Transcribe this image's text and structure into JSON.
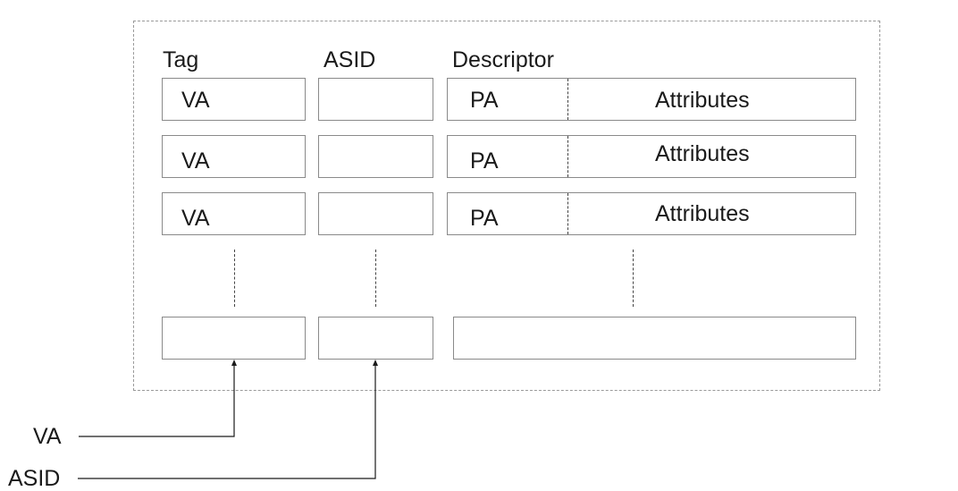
{
  "headers": {
    "tag": "Tag",
    "asid": "ASID",
    "descriptor": "Descriptor"
  },
  "rows": [
    {
      "tag": "VA",
      "pa": "PA",
      "attributes": "Attributes"
    },
    {
      "tag": "VA",
      "pa": "PA",
      "attributes": "Attributes"
    },
    {
      "tag": "VA",
      "pa": "PA",
      "attributes": "Attributes"
    }
  ],
  "inputs": {
    "va": "VA",
    "asid": "ASID"
  }
}
